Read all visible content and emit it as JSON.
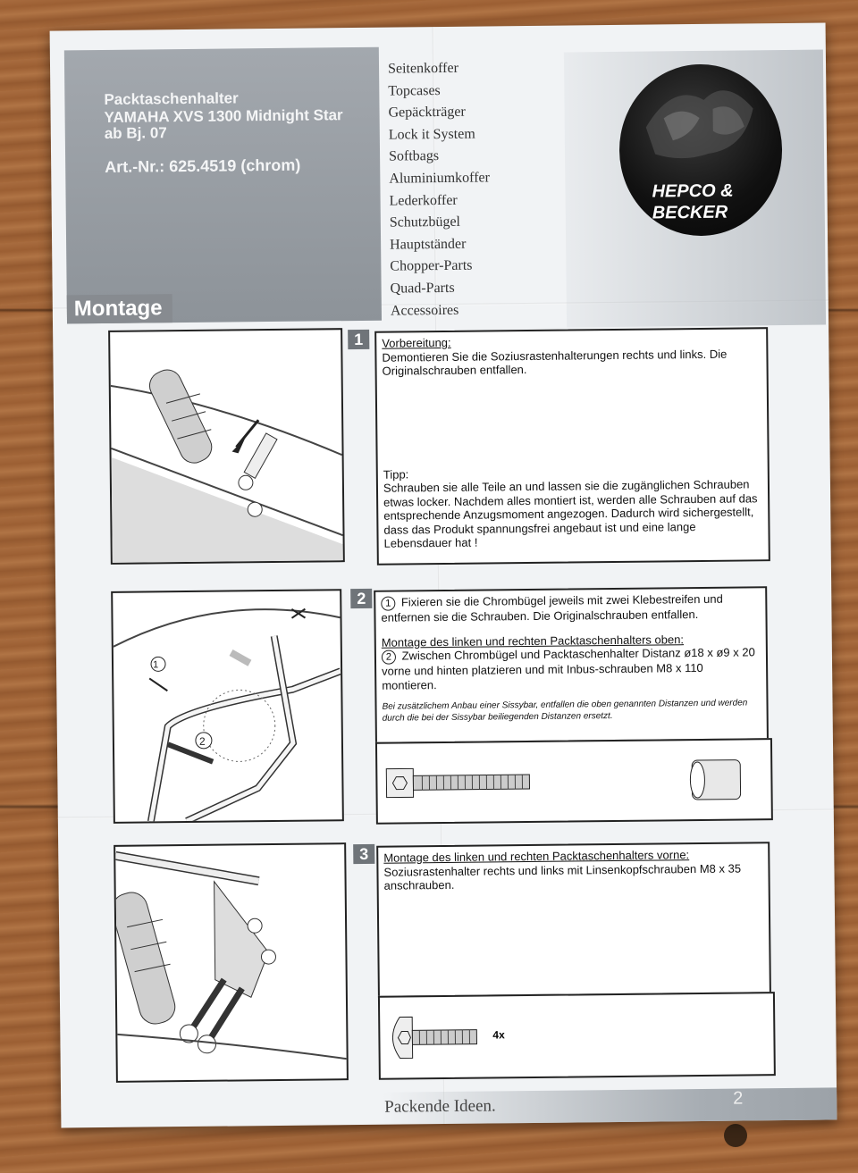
{
  "header": {
    "title_line1": "Packtaschenhalter",
    "title_line2": "YAMAHA XVS 1300 Midnight Star",
    "title_line3": "ab Bj. 07",
    "article": "Art.-Nr.: 625.4519 (chrom)",
    "section": "Montage"
  },
  "categories": [
    "Seitenkoffer",
    "Topcases",
    "Gepäckträger",
    "Lock it System",
    "Softbags",
    "Aluminiumkoffer",
    "Lederkoffer",
    "Schutzbügel",
    "Hauptständer",
    "Chopper-Parts",
    "Quad-Parts",
    "Accessoires"
  ],
  "logo": {
    "line1": "HEPCO &",
    "line2": "BECKER"
  },
  "step1": {
    "number": "1",
    "heading": "Vorbereitung:",
    "text": "Demontieren Sie die Soziusrastenhalterungen rechts und links. Die Originalschrauben entfallen.",
    "tip_heading": "Tipp:",
    "tip_text": "Schrauben sie alle Teile an und lassen sie die zugänglichen Schrauben etwas locker. Nachdem alles montiert ist, werden alle Schrauben auf das entsprechende Anzugsmoment angezogen. Dadurch wird sichergestellt, dass das Produkt spannungsfrei angebaut ist und eine lange Lebensdauer hat !"
  },
  "step2": {
    "number": "2",
    "item1_num": "1",
    "item1_text": "Fixieren sie die Chrombügel jeweils mit zwei Klebestreifen und entfernen sie die Schrauben. Die Originalschrauben entfallen.",
    "heading": "Montage des linken und rechten Packtaschenhalters oben:",
    "item2_num": "2",
    "item2_text": "Zwischen Chrombügel und Packtaschenhalter Distanz ø18 x ø9 x 20 vorne und hinten platzieren und mit Inbus-schrauben M8 x 110 montieren.",
    "note": "Bei zusätzlichem Anbau einer Sissybar, entfallen die oben genannten Distanzen und werden durch die bei der Sissybar beiliegenden Distanzen ersetzt."
  },
  "step3": {
    "number": "3",
    "heading": "Montage des linken und rechten Packtaschenhalters vorne:",
    "text": "Soziusrastenhalter rechts und links  mit Linsenkopfschrauben M8 x 35 anschrauben.",
    "qty": "4x"
  },
  "footer": {
    "slogan": "Packende Ideen.",
    "page": "2"
  }
}
